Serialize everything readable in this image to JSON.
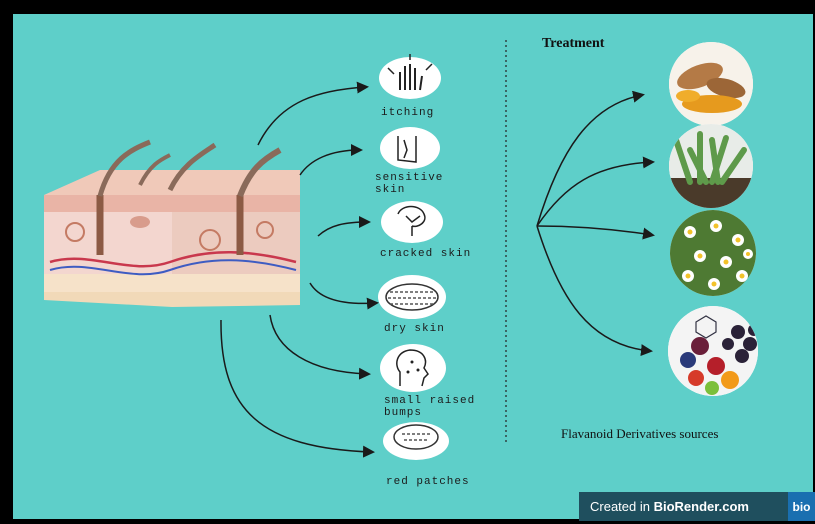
{
  "symptoms": [
    {
      "label": "itching",
      "icon": "itching-hand-icon"
    },
    {
      "label": "sensitive\nskin",
      "icon": "sensitive-skin-icon"
    },
    {
      "label": "cracked skin",
      "icon": "cracked-skin-icon"
    },
    {
      "label": "dry skin",
      "icon": "dry-skin-icon"
    },
    {
      "label": "small raised\nbumps",
      "icon": "face-bumps-icon"
    },
    {
      "label": "red patches",
      "icon": "red-patches-icon"
    }
  ],
  "treatment": {
    "title": "Treatment",
    "sources_label": "Flavanoid Derivatives sources",
    "sources": [
      "turmeric-image",
      "aloe-vera-image",
      "chamomile-image",
      "berries-fruit-image"
    ]
  },
  "badge": {
    "prefix": "Created in ",
    "brand": "BioRender.com",
    "logo": "bio"
  },
  "colors": {
    "background": "#5ecfc9",
    "arrow": "#1a1a1a",
    "badge": "#1f4f5e"
  }
}
